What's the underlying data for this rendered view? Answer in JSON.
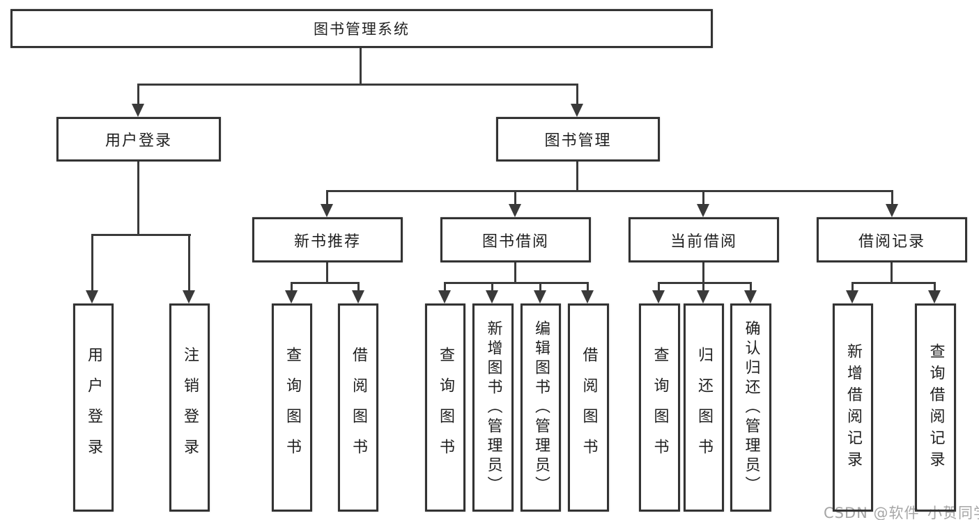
{
  "diagram": {
    "title": "图书管理系统",
    "branches": [
      {
        "label": "用户登录",
        "children": [
          "用户登录",
          "注销登录"
        ]
      },
      {
        "label": "图书管理",
        "sections": [
          {
            "label": "新书推荐",
            "children": [
              "查询图书",
              "借阅图书"
            ]
          },
          {
            "label": "图书借阅",
            "children": [
              "查询图书",
              "新增图书（管理员）",
              "编辑图书（管理员）",
              "借阅图书"
            ]
          },
          {
            "label": "当前借阅",
            "children": [
              "查询图书",
              "归还图书",
              "确认归还（管理员）"
            ]
          },
          {
            "label": "借阅记录",
            "children": [
              "新增借阅记录",
              "查询借阅记录"
            ]
          }
        ]
      }
    ]
  },
  "watermark": {
    "text": "CSDN @软件_小贺同学"
  },
  "colors": {
    "line": "#3a3a3a",
    "border": "#333333",
    "text": "#1f1f1f",
    "watermark": "#a6a6a6",
    "bg": "#ffffff"
  }
}
